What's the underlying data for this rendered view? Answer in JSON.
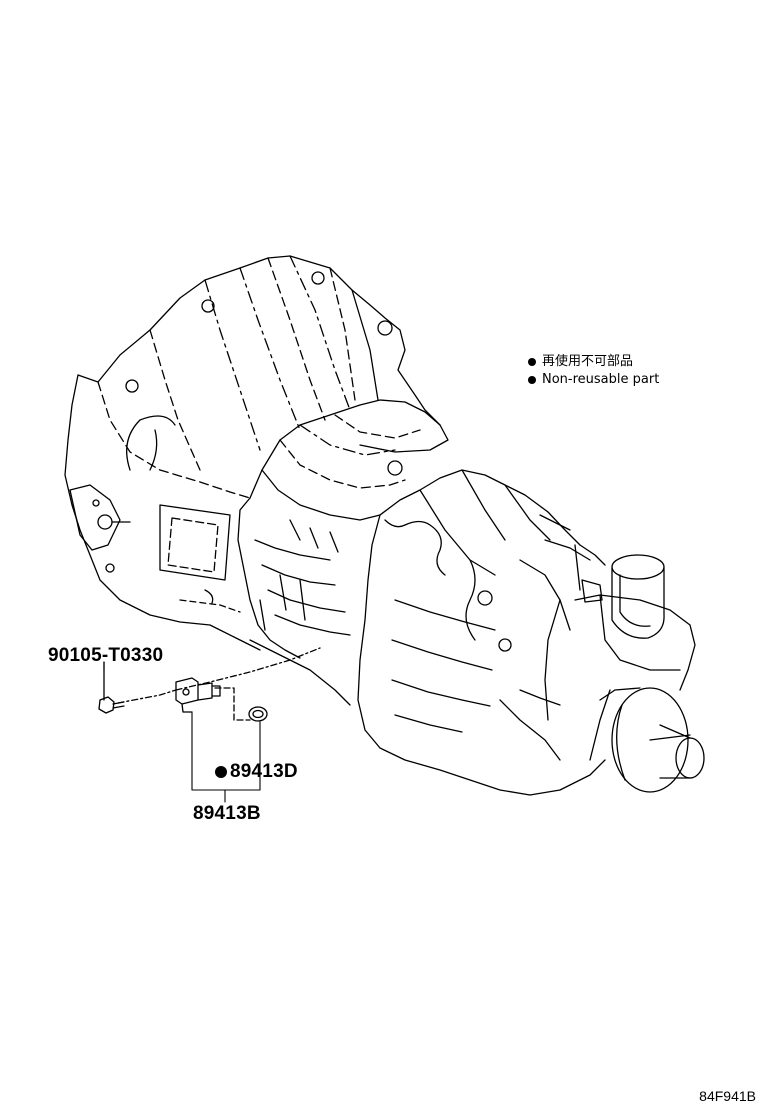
{
  "legend": {
    "items": [
      {
        "text": "再使用不可部品",
        "marker": "filled-dot"
      },
      {
        "text": "Non-reusable part",
        "marker": "filled-dot"
      }
    ]
  },
  "callouts": {
    "bolt": "90105-T0330",
    "oring": "89413D",
    "sensor_assy": "89413B"
  },
  "diagram_code": "84F941B",
  "colors": {
    "line": "#000000",
    "background": "#ffffff"
  }
}
